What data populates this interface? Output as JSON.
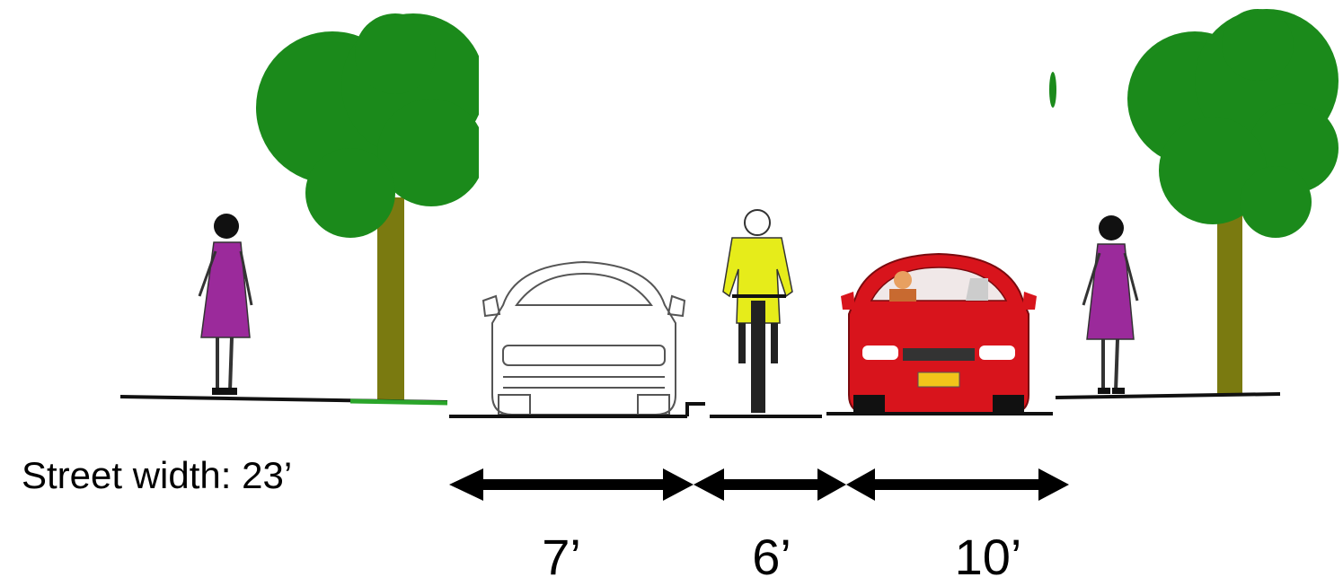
{
  "street_width_label": "Street width: 23’",
  "dimensions": {
    "parking": "7’",
    "bike_lane": "6’",
    "travel_lane": "10’"
  },
  "colors": {
    "tree_canopy": "#1b8a1b",
    "tree_trunk": "#7a7a10",
    "dress": "#9b2a9b",
    "cyclist_jersey": "#e6ec1a",
    "red_car": "#d8141c",
    "ground": "#111111"
  },
  "icons": [
    "tree-icon",
    "pedestrian-icon",
    "parked-car-icon",
    "cyclist-icon",
    "moving-car-icon",
    "double-arrow-icon"
  ]
}
